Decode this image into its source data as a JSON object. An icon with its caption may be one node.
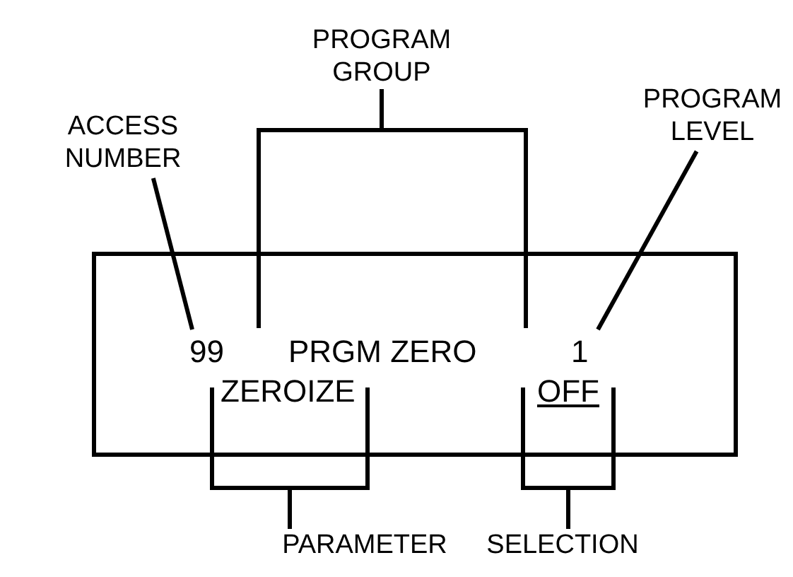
{
  "diagram": {
    "nodes": [
      {
        "text": [],
        "shape": "box"
      },
      {
        "text": [
          "99"
        ],
        "in": 0
      },
      {
        "text": [
          "PRGM ZERO"
        ],
        "in": 0
      },
      {
        "text": [
          "1"
        ],
        "in": 0
      },
      {
        "text": [
          "ZEROIZE"
        ],
        "in": 0
      },
      {
        "text": [
          "OFF"
        ],
        "in": 0
      },
      {
        "text": [
          "ACCESS NUMBER"
        ]
      },
      {
        "text": [
          "PROGRAM GROUP"
        ]
      },
      {
        "text": [
          "PROGRAM LEVEL"
        ]
      },
      {
        "text": [
          "PARAMETER"
        ]
      },
      {
        "text": [
          "SELECTION"
        ]
      }
    ],
    "edges": [
      {
        "from": 6,
        "to": 1,
        "arrow": "none"
      },
      {
        "from": 7,
        "to": 2,
        "arrow": "none"
      },
      {
        "from": 8,
        "to": 3,
        "arrow": "none"
      },
      {
        "from": 9,
        "to": 4,
        "arrow": "none"
      },
      {
        "from": 10,
        "to": 5,
        "arrow": "none"
      }
    ]
  }
}
